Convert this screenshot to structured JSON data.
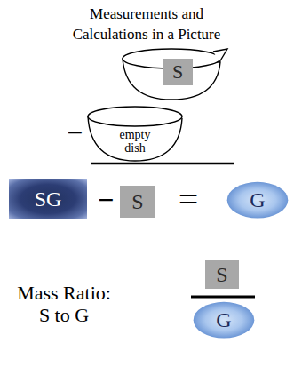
{
  "diagram": {
    "title": "Measurements and Calculations in a Picture",
    "nodes": [
      {
        "text": [
          "S"
        ]
      },
      {
        "text": [
          "empty dish"
        ]
      },
      {
        "text": [
          "SG"
        ]
      },
      {
        "text": [
          "S"
        ]
      },
      {
        "text": [
          "G"
        ]
      },
      {
        "text": [
          "S"
        ]
      },
      {
        "text": [
          "G"
        ]
      }
    ],
    "labels": [
      "−",
      "−",
      "=",
      "Mass Ratio:",
      "S to G"
    ]
  }
}
